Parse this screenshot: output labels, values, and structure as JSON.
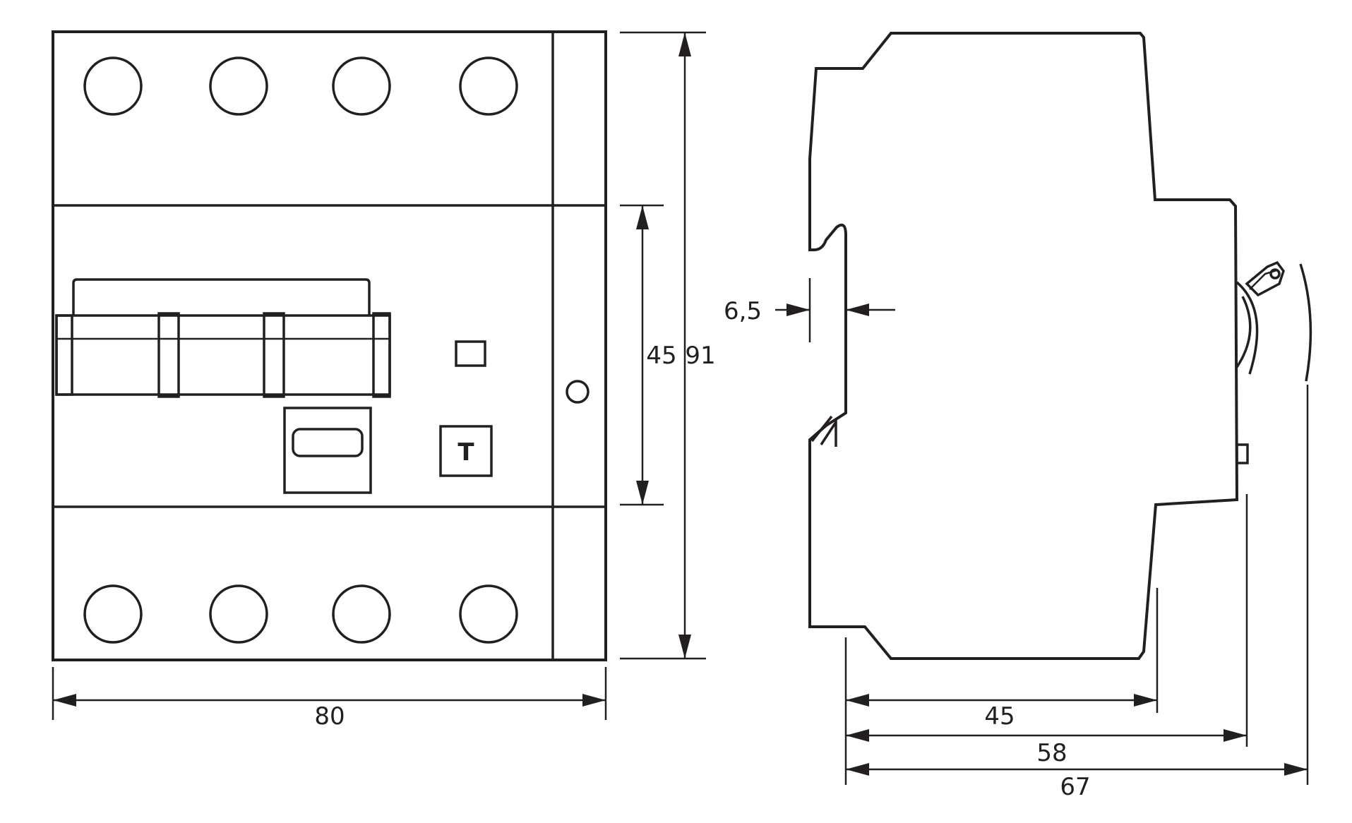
{
  "dimensions": {
    "front_width": "80",
    "front_inner_height": "45",
    "front_total_height": "91",
    "rail_clip_offset": "6,5",
    "side_depth_body": "45",
    "side_depth_front": "58",
    "side_depth_total": "67"
  },
  "icons": {
    "test_button_glyph": "T"
  }
}
